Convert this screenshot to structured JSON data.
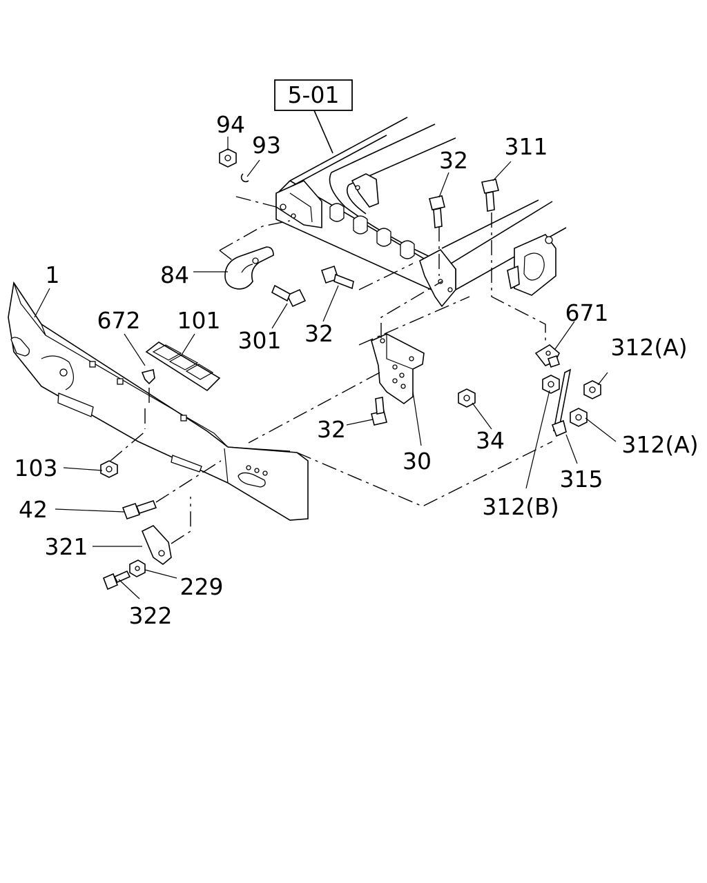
{
  "reference_box": "5-01",
  "callouts": [
    {
      "id": "c-94",
      "text": "94"
    },
    {
      "id": "c-93",
      "text": "93"
    },
    {
      "id": "c-32-top",
      "text": "32"
    },
    {
      "id": "c-311",
      "text": "311"
    },
    {
      "id": "c-84",
      "text": "84"
    },
    {
      "id": "c-1",
      "text": "1"
    },
    {
      "id": "c-672",
      "text": "672"
    },
    {
      "id": "c-101",
      "text": "101"
    },
    {
      "id": "c-301",
      "text": "301"
    },
    {
      "id": "c-32-mid",
      "text": "32"
    },
    {
      "id": "c-671",
      "text": "671"
    },
    {
      "id": "c-312a-top",
      "text": "312(A)"
    },
    {
      "id": "c-32-low",
      "text": "32"
    },
    {
      "id": "c-34",
      "text": "34"
    },
    {
      "id": "c-312a-low",
      "text": "312(A)"
    },
    {
      "id": "c-30",
      "text": "30"
    },
    {
      "id": "c-103",
      "text": "103"
    },
    {
      "id": "c-315",
      "text": "315"
    },
    {
      "id": "c-42",
      "text": "42"
    },
    {
      "id": "c-312b",
      "text": "312(B)"
    },
    {
      "id": "c-321",
      "text": "321"
    },
    {
      "id": "c-229",
      "text": "229"
    },
    {
      "id": "c-322",
      "text": "322"
    }
  ]
}
